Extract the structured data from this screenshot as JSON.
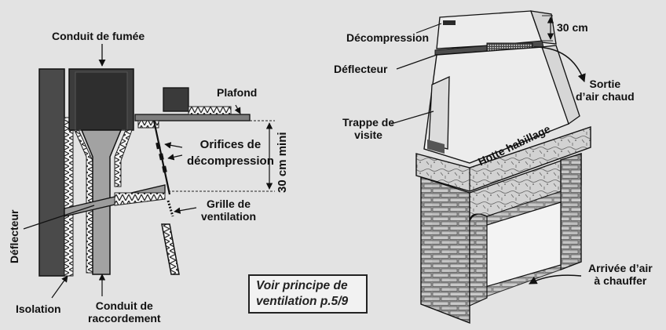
{
  "left_diagram": {
    "flue_label": "Conduit de fumée",
    "ceiling_label": "Plafond",
    "vents_label": [
      "Orifices de",
      "décompression"
    ],
    "gap_label": "30 cm mini",
    "grille_label": [
      "Grille de",
      "ventilation"
    ],
    "deflector_label": "Déflecteur",
    "insulation_label": "Isolation",
    "connector_label": [
      "Conduit de",
      "raccordement"
    ]
  },
  "note": {
    "lines": [
      "Voir principe de",
      "ventilation p.5/9"
    ]
  },
  "right_diagram": {
    "decompression_label": "Décompression",
    "gap_label": "30 cm",
    "deflector_label": "Déflecteur",
    "hot_air_label": [
      "Sortie",
      "d’air chaud"
    ],
    "hatch_label": [
      "Trappe de",
      "visite"
    ],
    "hood_label": "Hotte habillage",
    "intake_label": [
      "Arrivée d’air",
      "à chauffer"
    ]
  }
}
